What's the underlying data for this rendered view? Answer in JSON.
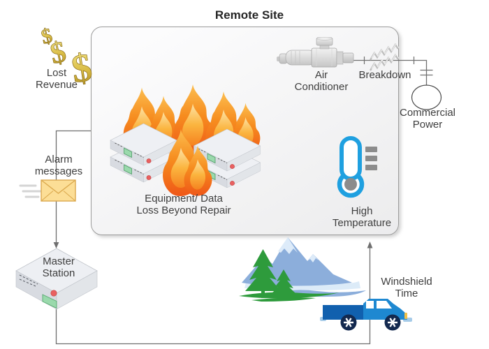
{
  "diagram": {
    "title": "Remote Site",
    "labels": {
      "lost_revenue": "Lost\nRevenue",
      "alarm_messages": "Alarm\nmessages",
      "master_station": "Master\nStation",
      "equipment_loss": "Equipment/ Data\nLoss Beyond Repair",
      "air_conditioner": "Air\nConditioner",
      "breakdown": "Breakdown",
      "commercial_power": "Commercial\nPower",
      "high_temperature": "High\nTemperature",
      "windshield_time": "Windshield\nTime"
    },
    "icons": {
      "lost_revenue": "dollar-signs-icon",
      "alarm_messages": "envelope-icon",
      "master_station": "master-station-icon",
      "equipment_loss": "burning-servers-icon",
      "air_conditioner": "air-conditioner-icon",
      "breakdown": "zigzag-breakdown-icon",
      "commercial_power": "power-source-ellipse",
      "high_temperature": "thermometer-icon",
      "windshield_time": "mountain-truck-icon"
    },
    "colors": {
      "flame_orange": "#F6851F",
      "thermometer_blue": "#1FA0E0",
      "dollar_gold": "#D9BC45",
      "envelope_yellow": "#FCDE96",
      "server_gray": "#DCDFE5",
      "truck_blue": "#1E88D1",
      "tree_green": "#2E9B3C",
      "mountain_blue": "#8CAEDB",
      "connector_gray": "#6F6F6F"
    }
  }
}
